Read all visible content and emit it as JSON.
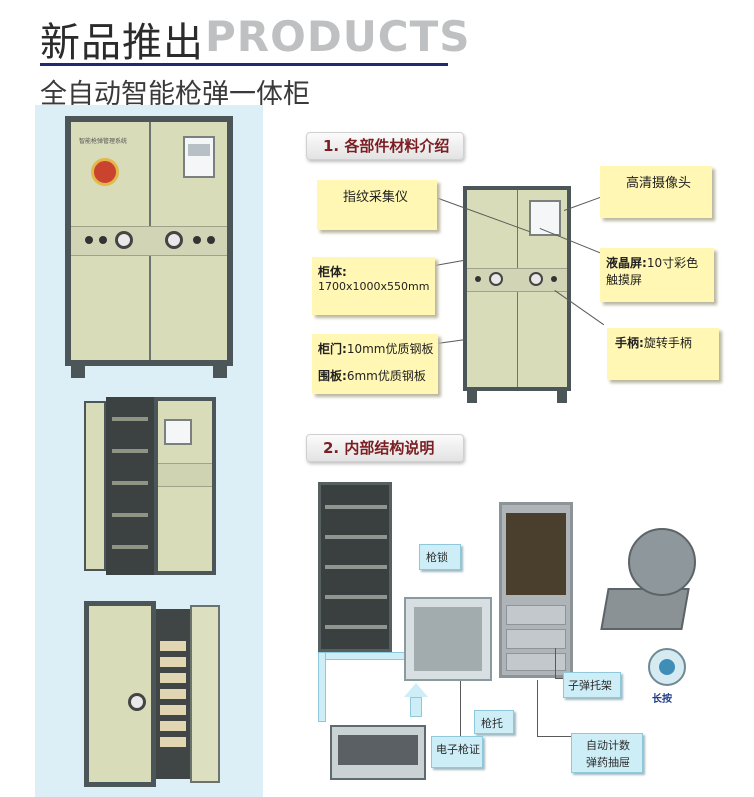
{
  "header": {
    "title_cn": "新品推出",
    "title_en": "PRODUCTS",
    "subtitle": "全自动智能枪弹一体柜"
  },
  "section1": {
    "label": "1. 各部件材料介绍",
    "callouts": {
      "fingerprint": "指纹采集仪",
      "camera": "高清摄像头",
      "body_label": "柜体:",
      "body_size": "1700x1000x550mm",
      "lcd_label": "液晶屏:",
      "lcd_text": "10寸彩色触摸屏",
      "door_label": "柜门:",
      "door_text": "10mm优质钢板",
      "panel_label": "围板:",
      "panel_text": "6mm优质钢板",
      "handle_label": "手柄:",
      "handle_text": "旋转手柄"
    }
  },
  "section2": {
    "label": "2. 内部结构说明",
    "labels": {
      "gun_lock": "枪锁",
      "gun_rest": "枪托",
      "e_cert": "电子枪证",
      "bullet_tray": "子弹托架",
      "long_button": "长按",
      "auto_count": "自动计数",
      "ammo_drawer": "弹药抽屉"
    }
  },
  "cabinet_text": {
    "system_name": "智能枪弹管理系统"
  }
}
